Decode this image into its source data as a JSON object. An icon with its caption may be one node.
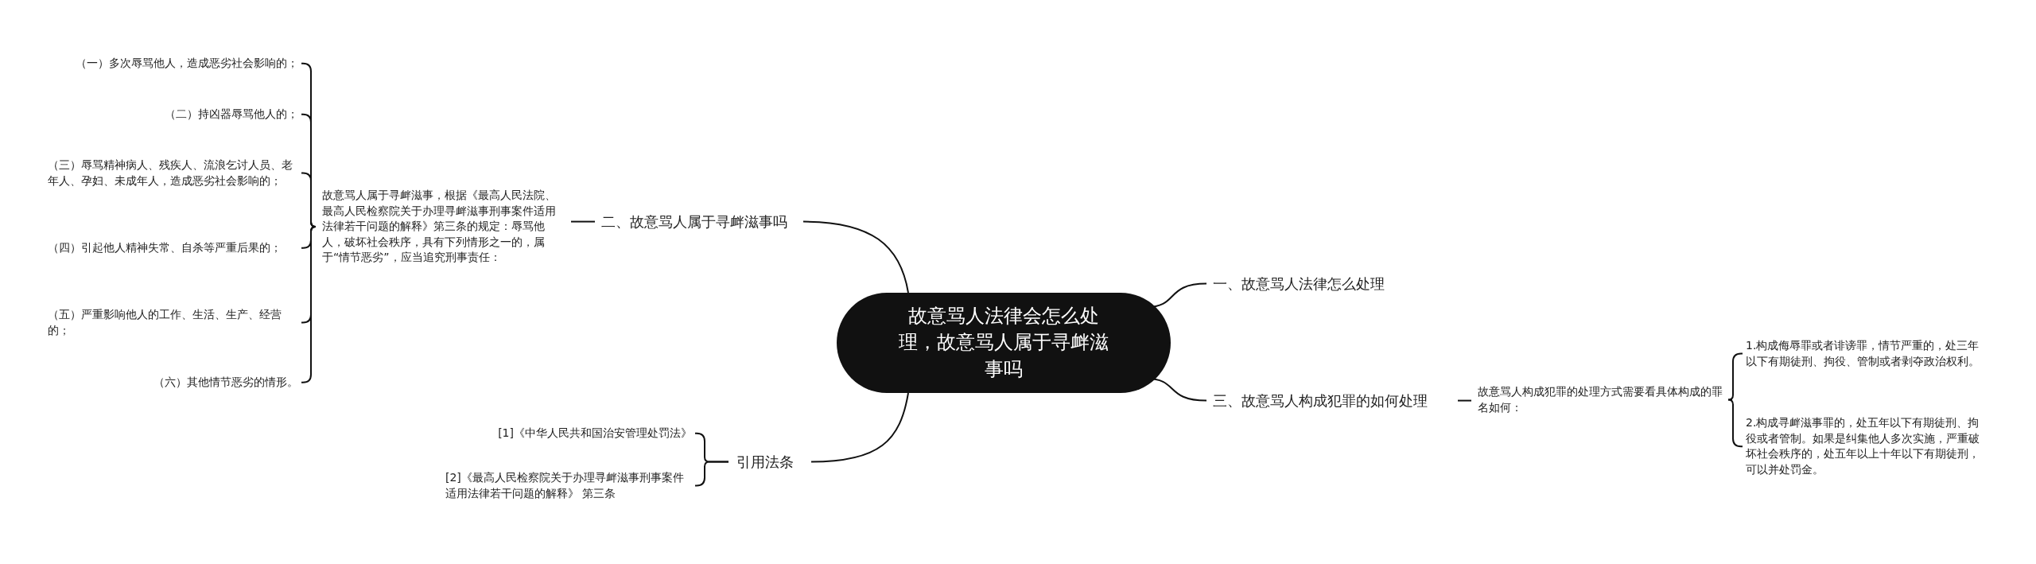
{
  "diagram": {
    "nodes": [
      {
        "text": [
          "故意骂人法律会怎么处理，故意骂人属于寻衅滋事吗"
        ]
      },
      {
        "text": [
          "一、故意骂人法律怎么处理"
        ]
      },
      {
        "text": [
          "三、故意骂人构成犯罪的如何处理"
        ]
      },
      {
        "text": [
          "故意骂人构成犯罪的处理方式需要看具体构成的罪名如何："
        ]
      },
      {
        "text": [
          "1.构成侮辱罪或者诽谤罪，情节严重的，处三年以下有期徒刑、拘役、管制或者剥夺政治权利。"
        ]
      },
      {
        "text": [
          "2.构成寻衅滋事罪的，处五年以下有期徒刑、拘役或者管制。如果是纠集他人多次实施，严重破坏社会秩序的，处五年以上十年以下有期徒刑，可以并处罚金。"
        ]
      },
      {
        "text": [
          "二、故意骂人属于寻衅滋事吗"
        ]
      },
      {
        "text": [
          "故意骂人属于寻衅滋事，根据《最高人民法院、最高人民检察院关于办理寻衅滋事刑事案件适用法律若干问题的解释》第三条的规定：辱骂他人，破坏社会秩序，具有下列情形之一的，属于“情节恶劣”，应当追究刑事责任："
        ]
      },
      {
        "text": [
          "（一）多次辱骂他人，造成恶劣社会影响的；"
        ]
      },
      {
        "text": [
          "（二）持凶器辱骂他人的；"
        ]
      },
      {
        "text": [
          "（三）辱骂精神病人、残疾人、流浪乞讨人员、老年人、孕妇、未成年人，造成恶劣社会影响的；"
        ]
      },
      {
        "text": [
          "（四）引起他人精神失常、自杀等严重后果的；"
        ]
      },
      {
        "text": [
          "（五）严重影响他人的工作、生活、生产、经营的；"
        ]
      },
      {
        "text": [
          "（六）其他情节恶劣的情形。"
        ]
      },
      {
        "text": [
          "引用法条"
        ]
      },
      {
        "text": [
          "[1]《中华人民共和国治安管理处罚法》"
        ]
      },
      {
        "text": [
          "[2]《最高人民检察院关于办理寻衅滋事刑事案件适用法律若干问题的解释》 第三条"
        ]
      }
    ],
    "edges": [
      {
        "from": 0,
        "to": 1,
        "arrow": "none"
      },
      {
        "from": 0,
        "to": 2,
        "arrow": "none"
      },
      {
        "from": 2,
        "to": 3,
        "arrow": "none"
      },
      {
        "from": 3,
        "to": 4,
        "arrow": "none"
      },
      {
        "from": 3,
        "to": 5,
        "arrow": "none"
      },
      {
        "from": 0,
        "to": 6,
        "arrow": "none"
      },
      {
        "from": 6,
        "to": 7,
        "arrow": "none"
      },
      {
        "from": 7,
        "to": 8,
        "arrow": "none"
      },
      {
        "from": 7,
        "to": 9,
        "arrow": "none"
      },
      {
        "from": 7,
        "to": 10,
        "arrow": "none"
      },
      {
        "from": 7,
        "to": 11,
        "arrow": "none"
      },
      {
        "from": 7,
        "to": 12,
        "arrow": "none"
      },
      {
        "from": 7,
        "to": 13,
        "arrow": "none"
      },
      {
        "from": 0,
        "to": 14,
        "arrow": "none"
      },
      {
        "from": 14,
        "to": 15,
        "arrow": "none"
      },
      {
        "from": 14,
        "to": 16,
        "arrow": "none"
      }
    ]
  }
}
